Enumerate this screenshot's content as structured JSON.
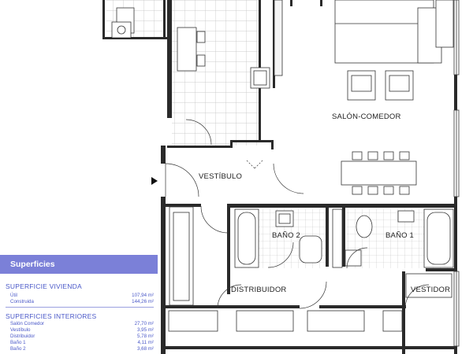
{
  "rooms": {
    "salon": "SALÓN-COMEDOR",
    "vestibulo": "VESTÍBULO",
    "bano2": "BAÑO 2",
    "bano1": "BAÑO 1",
    "distribuidor": "DISTRIBUIDOR",
    "vestidor": "VESTIDOR"
  },
  "legend": {
    "title": "Superficies",
    "vivienda": {
      "heading": "SUPERFICIE VIVIENDA",
      "rows": [
        {
          "label": "Útil",
          "value": "107,94 m²"
        },
        {
          "label": "Construida",
          "value": "144,26 m²"
        }
      ]
    },
    "interiores": {
      "heading": "SUPERFICIES INTERIORES",
      "rows": [
        {
          "label": "Salón Comedor",
          "value": "27,70 m²"
        },
        {
          "label": "Vestíbulo",
          "value": "3,95 m²"
        },
        {
          "label": "Distribuidor",
          "value": "5,78 m²"
        },
        {
          "label": "Baño 1",
          "value": "4,11 m²"
        },
        {
          "label": "Baño 2",
          "value": "3,68 m²"
        }
      ]
    }
  },
  "colors": {
    "header_bg": "#7b80d8",
    "text_blue": "#4a58c8",
    "wall": "#222222",
    "grid": "#bbbbbb"
  }
}
